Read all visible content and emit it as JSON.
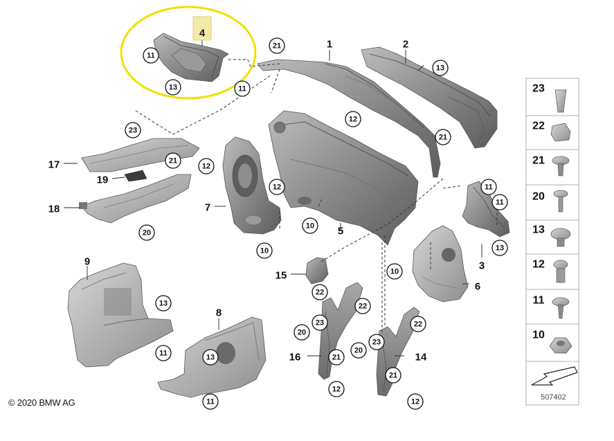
{
  "copyright": "© 2020 BMW AG",
  "diagram_id": "507402",
  "highlight_color": "#f0e000",
  "part_labels": [
    {
      "key": "p1",
      "text": "1"
    },
    {
      "key": "p2",
      "text": "2"
    },
    {
      "key": "p3",
      "text": "3"
    },
    {
      "key": "p4",
      "text": "4"
    },
    {
      "key": "p5",
      "text": "5"
    },
    {
      "key": "p6",
      "text": "6"
    },
    {
      "key": "p7",
      "text": "7"
    },
    {
      "key": "p8",
      "text": "8"
    },
    {
      "key": "p9",
      "text": "9"
    },
    {
      "key": "p14",
      "text": "14"
    },
    {
      "key": "p15",
      "text": "15"
    },
    {
      "key": "p16",
      "text": "16"
    },
    {
      "key": "p17",
      "text": "17"
    },
    {
      "key": "p18",
      "text": "18"
    },
    {
      "key": "p19",
      "text": "19"
    }
  ],
  "callouts": [
    {
      "key": "c11a",
      "text": "11"
    },
    {
      "key": "c13a",
      "text": "13"
    },
    {
      "key": "c21a",
      "text": "21"
    },
    {
      "key": "c11b",
      "text": "11"
    },
    {
      "key": "c13b",
      "text": "13"
    },
    {
      "key": "c12a",
      "text": "12"
    },
    {
      "key": "c23a",
      "text": "23"
    },
    {
      "key": "c21b",
      "text": "21"
    },
    {
      "key": "c12b",
      "text": "12"
    },
    {
      "key": "c21c",
      "text": "21"
    },
    {
      "key": "c12c",
      "text": "12"
    },
    {
      "key": "c20a",
      "text": "20"
    },
    {
      "key": "c10a",
      "text": "10"
    },
    {
      "key": "c10b",
      "text": "10"
    },
    {
      "key": "c11c",
      "text": "11"
    },
    {
      "key": "c11d",
      "text": "11"
    },
    {
      "key": "c13c",
      "text": "13"
    },
    {
      "key": "c10c",
      "text": "10"
    },
    {
      "key": "c22a",
      "text": "22"
    },
    {
      "key": "c22b",
      "text": "22"
    },
    {
      "key": "c22c",
      "text": "22"
    },
    {
      "key": "c23b",
      "text": "23"
    },
    {
      "key": "c20b",
      "text": "20"
    },
    {
      "key": "c21d",
      "text": "21"
    },
    {
      "key": "c12d",
      "text": "12"
    },
    {
      "key": "c20c",
      "text": "20"
    },
    {
      "key": "c23c",
      "text": "23"
    },
    {
      "key": "c21e",
      "text": "21"
    },
    {
      "key": "c12e",
      "text": "12"
    },
    {
      "key": "c13d",
      "text": "13"
    },
    {
      "key": "c11e",
      "text": "11"
    },
    {
      "key": "c13e",
      "text": "13"
    },
    {
      "key": "c11f",
      "text": "11"
    }
  ],
  "legend": [
    {
      "num": "23",
      "icon": "plastic-clip-icon"
    },
    {
      "num": "22",
      "icon": "spring-nut-icon"
    },
    {
      "num": "21",
      "icon": "expanding-rivet-icon"
    },
    {
      "num": "20",
      "icon": "screw-icon"
    },
    {
      "num": "13",
      "icon": "expanding-nut-icon"
    },
    {
      "num": "12",
      "icon": "push-rivet-icon"
    },
    {
      "num": "11",
      "icon": "spreading-rivet-icon"
    },
    {
      "num": "10",
      "icon": "hex-nut-icon"
    }
  ]
}
